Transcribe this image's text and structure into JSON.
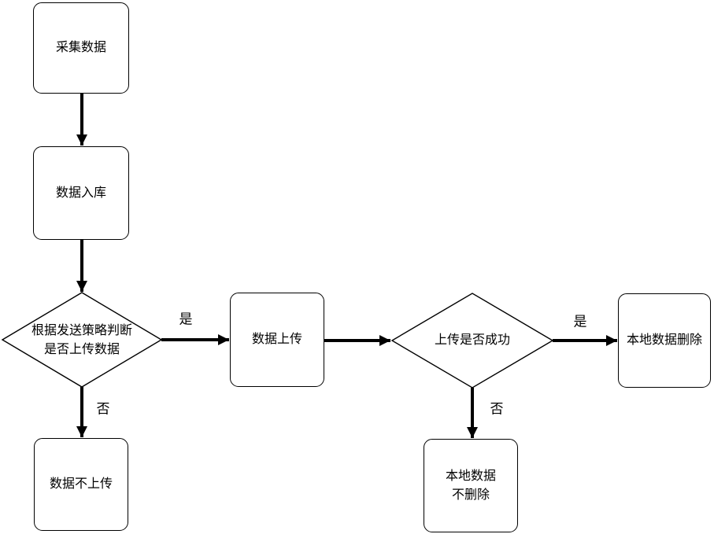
{
  "diagram": {
    "background_color": "#ffffff",
    "stroke_color": "#000000",
    "text_color": "#000000",
    "nodes": {
      "collect": {
        "type": "process",
        "label": "采集数据"
      },
      "store": {
        "type": "process",
        "label": "数据入库"
      },
      "decide_upload": {
        "type": "decision",
        "line1": "根据发送策略判断",
        "line2": "是否上传数据"
      },
      "upload": {
        "type": "process",
        "label": "数据上传"
      },
      "upload_success": {
        "type": "decision",
        "label": "上传是否成功"
      },
      "delete_local": {
        "type": "process",
        "label": "本地数据删除"
      },
      "not_upload": {
        "type": "process",
        "label": "数据不上传"
      },
      "not_delete": {
        "type": "process",
        "line1": "本地数据",
        "line2": "不删除"
      }
    },
    "edges": [
      {
        "from": "collect",
        "to": "store",
        "label": ""
      },
      {
        "from": "store",
        "to": "decide_upload",
        "label": ""
      },
      {
        "from": "decide_upload",
        "to": "upload",
        "label": "是"
      },
      {
        "from": "upload",
        "to": "upload_success",
        "label": ""
      },
      {
        "from": "upload_success",
        "to": "delete_local",
        "label": "是"
      },
      {
        "from": "decide_upload",
        "to": "not_upload",
        "label": "否"
      },
      {
        "from": "upload_success",
        "to": "not_delete",
        "label": "否"
      }
    ]
  }
}
